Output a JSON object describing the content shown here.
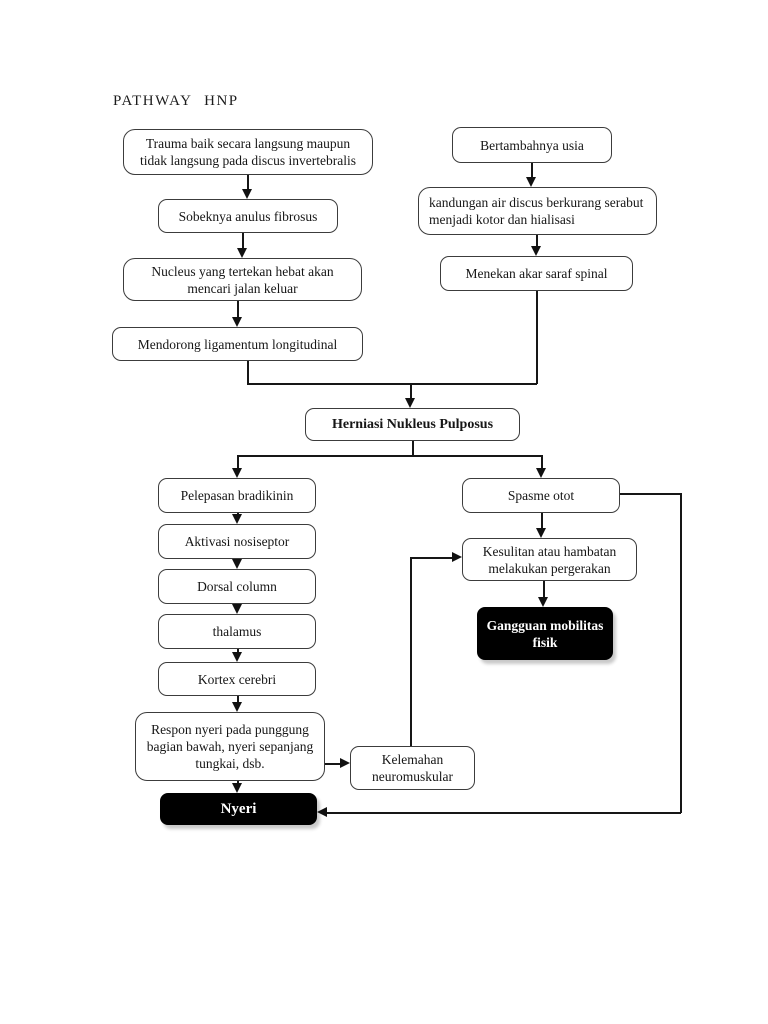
{
  "title": "PATHWAY HNP",
  "colors": {
    "background": "#ffffff",
    "node_fill": "#ffffff",
    "node_border": "#3c3c3c",
    "line": "#161616",
    "highlight_fill": "#000000",
    "highlight_text": "#ffffff"
  },
  "nodes": {
    "trauma": "Trauma baik secara langsung maupun tidak langsung pada discus invertebralis",
    "bertambahnya_usia": "Bertambahnya usia",
    "sobeknya": "Sobeknya anulus fibrosus",
    "kandungan": "kandungan air discus berkurang serabut menjadi kotor dan hialisasi",
    "nucleus": "Nucleus yang tertekan hebat akan mencari jalan keluar",
    "menekan": "Menekan akar saraf spinal",
    "mendorong": "Mendorong ligamentum longitudinal",
    "herniasi": "Herniasi Nukleus Pulposus",
    "pelepasan": "Pelepasan bradikinin",
    "aktivasi": "Aktivasi nosiseptor",
    "dorsal": "Dorsal column",
    "thalamus": "thalamus",
    "kortex": "Kortex cerebri",
    "respon": "Respon nyeri pada punggung bagian bawah, nyeri sepanjang tungkai, dsb.",
    "nyeri": "Nyeri",
    "spasme": "Spasme otot",
    "kesulitan": "Kesulitan atau hambatan melakukan pergerakan",
    "gangguan": "Gangguan mobilitas fisik",
    "kelemahan": "Kelemahan neuromuskular"
  },
  "edges": [
    {
      "from": "trauma",
      "to": "sobeknya"
    },
    {
      "from": "sobeknya",
      "to": "nucleus"
    },
    {
      "from": "nucleus",
      "to": "mendorong"
    },
    {
      "from": "bertambahnya_usia",
      "to": "kandungan"
    },
    {
      "from": "kandungan",
      "to": "menekan"
    },
    {
      "from": "mendorong",
      "to": "herniasi"
    },
    {
      "from": "menekan",
      "to": "herniasi"
    },
    {
      "from": "herniasi",
      "to": "pelepasan"
    },
    {
      "from": "herniasi",
      "to": "spasme"
    },
    {
      "from": "pelepasan",
      "to": "aktivasi"
    },
    {
      "from": "aktivasi",
      "to": "dorsal"
    },
    {
      "from": "dorsal",
      "to": "thalamus"
    },
    {
      "from": "thalamus",
      "to": "kortex"
    },
    {
      "from": "kortex",
      "to": "respon"
    },
    {
      "from": "respon",
      "to": "nyeri"
    },
    {
      "from": "respon",
      "to": "kelemahan"
    },
    {
      "from": "kelemahan",
      "to": "kesulitan"
    },
    {
      "from": "spasme",
      "to": "kesulitan"
    },
    {
      "from": "kesulitan",
      "to": "gangguan"
    },
    {
      "from": "spasme",
      "to": "nyeri"
    }
  ]
}
